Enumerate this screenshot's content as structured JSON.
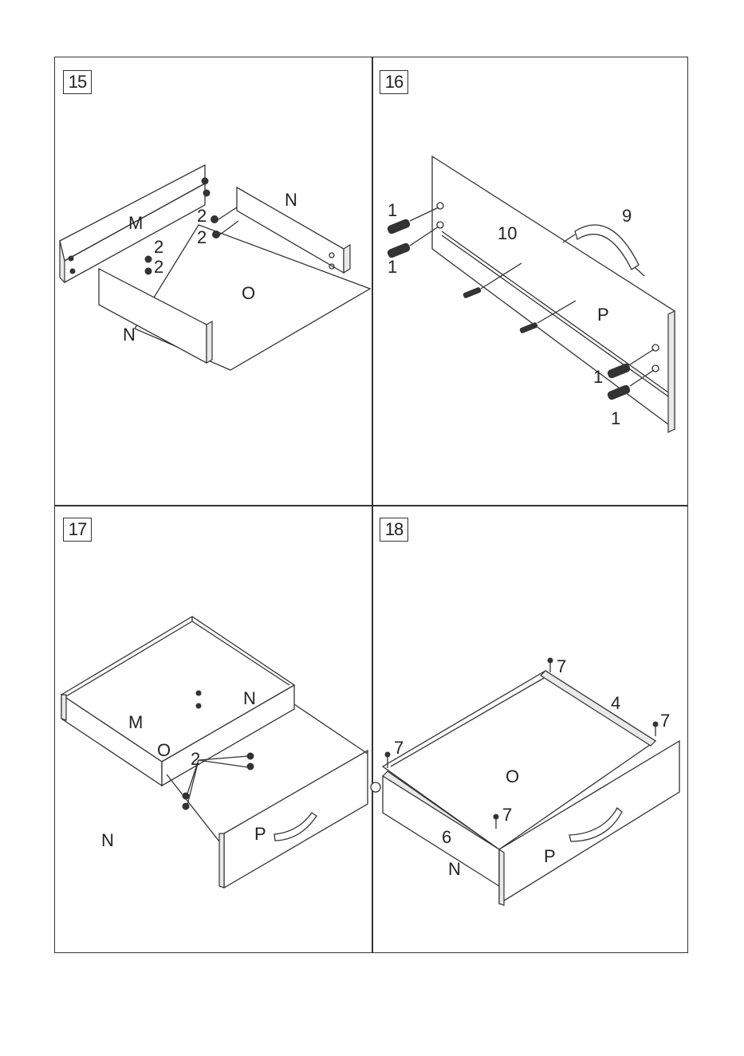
{
  "steps": [
    {
      "number": "15",
      "labels": {
        "m": "M",
        "n_right": "N",
        "n_front": "N",
        "o": "O",
        "dowel_a": "2",
        "dowel_b": "2",
        "dowel_c": "2",
        "dowel_d": "2"
      }
    },
    {
      "number": "16",
      "labels": {
        "cam_top_a": "1",
        "cam_top_b": "1",
        "cam_bot_a": "1",
        "cam_bot_b": "1",
        "screw": "10",
        "handle": "9",
        "p": "P"
      }
    },
    {
      "number": "17",
      "labels": {
        "m": "M",
        "n_back": "N",
        "n_front": "N",
        "o": "O",
        "p": "P",
        "dowel": "2"
      }
    },
    {
      "number": "18",
      "labels": {
        "screw_tl": "7",
        "screw_tr": "7",
        "screw_l": "7",
        "screw_r": "7",
        "runner_back": "4",
        "runner_front": "6",
        "o": "O",
        "p": "P",
        "n": "N"
      }
    }
  ]
}
